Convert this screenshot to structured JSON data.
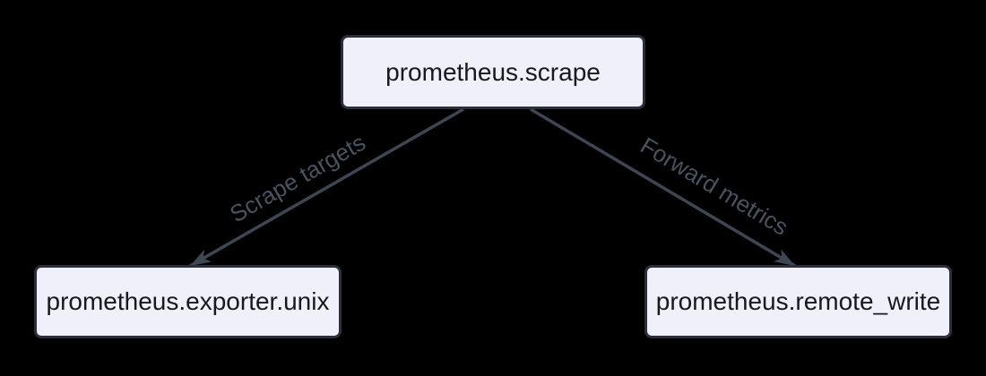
{
  "diagram": {
    "nodes": [
      {
        "label": "prometheus.scrape"
      },
      {
        "label": "prometheus.exporter.unix"
      },
      {
        "label": "prometheus.remote_write"
      }
    ],
    "edges": [
      {
        "from": "prometheus.scrape",
        "to": "prometheus.exporter.unix",
        "label": "Scrape targets"
      },
      {
        "from": "prometheus.scrape",
        "to": "prometheus.remote_write",
        "label": "Forward metrics"
      }
    ]
  },
  "colors": {
    "background": "#000000",
    "node_fill": "#f0f0fa",
    "node_border": "#2a2f3a",
    "node_text": "#17191d",
    "edge_line": "#3e4654",
    "edge_label": "#49525f"
  }
}
